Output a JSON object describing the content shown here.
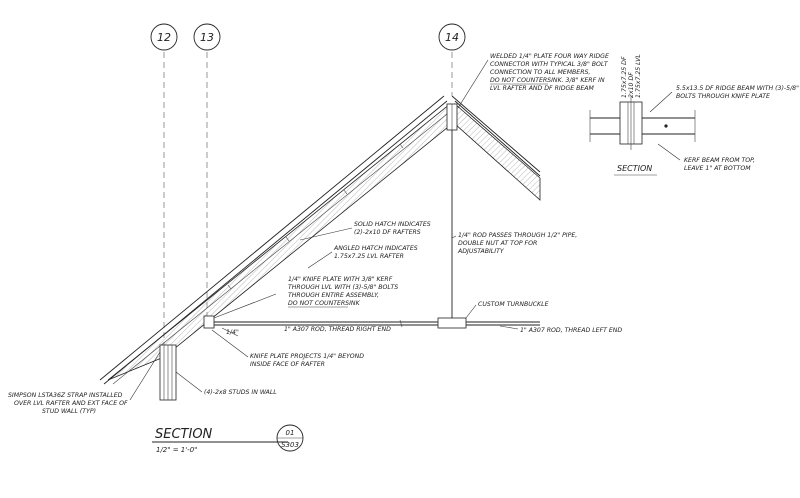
{
  "grid_bubbles": [
    "12",
    "13",
    "14"
  ],
  "notes": {
    "ridge_connector": [
      "WELDED 1/4\" PLATE FOUR WAY RIDGE",
      "CONNECTOR WITH TYPICAL 3/8\" BOLT",
      "CONNECTION TO ALL MEMBERS,",
      "DO NOT COUNTERSINK. 3/8\" KERF IN",
      "LVL RAFTER AND DF RIDGE BEAM"
    ],
    "ridge_beam": [
      "5.5x13.5 DF RIDGE BEAM WITH (3)-5/8\"",
      "BOLTS THROUGH KNIFE PLATE"
    ],
    "kerf_beam": [
      "KERF BEAM FROM TOP,",
      "LEAVE 1\" AT BOTTOM"
    ],
    "solid_hatch": [
      "SOLID HATCH INDICATES",
      "(2)-2x10 DF RAFTERS"
    ],
    "angled_hatch": [
      "ANGLED HATCH INDICATES",
      "1.75x7.25 LVL RAFTER"
    ],
    "rod_pipe": [
      "1/4\" ROD PASSES THROUGH 1/2\" PIPE,",
      "DOUBLE NUT AT TOP FOR",
      "ADJUSTABILITY"
    ],
    "knife_plate": [
      "1/4\" KNIFE PLATE WITH 3/8\" KERF",
      "THROUGH LVL WITH (3)-5/8\" BOLTS",
      "THROUGH ENTIRE ASSEMBLY,",
      "DO NOT COUNTERSINK"
    ],
    "turnbuckle": "CUSTOM TURNBUCKLE",
    "rod_right_end": "1\" A307 ROD, THREAD RIGHT END",
    "rod_left_end": "1\" A307 ROD, THREAD LEFT END",
    "knife_projects": [
      "KNIFE PLATE PROJECTS 1/4\" BEYOND",
      "INSIDE FACE OF RAFTER"
    ],
    "studs": "(4)-2x8 STUDS IN WALL",
    "simpson": [
      "SIMPSON LSTA36Z STRAP INSTALLED",
      "OVER LVL RAFTER AND EXT FACE OF",
      "STUD WALL (TYP)"
    ],
    "dim_label": "1/4\""
  },
  "detail_section": {
    "title": "SECTION",
    "vertical_labels": [
      "1.75x7.25 DF",
      "2x10 DF",
      "1.75x7.25 LVL"
    ]
  },
  "main_section": {
    "title": "SECTION",
    "scale": "1/2\" = 1'-0\"",
    "number": "01",
    "sheet": "S303"
  }
}
